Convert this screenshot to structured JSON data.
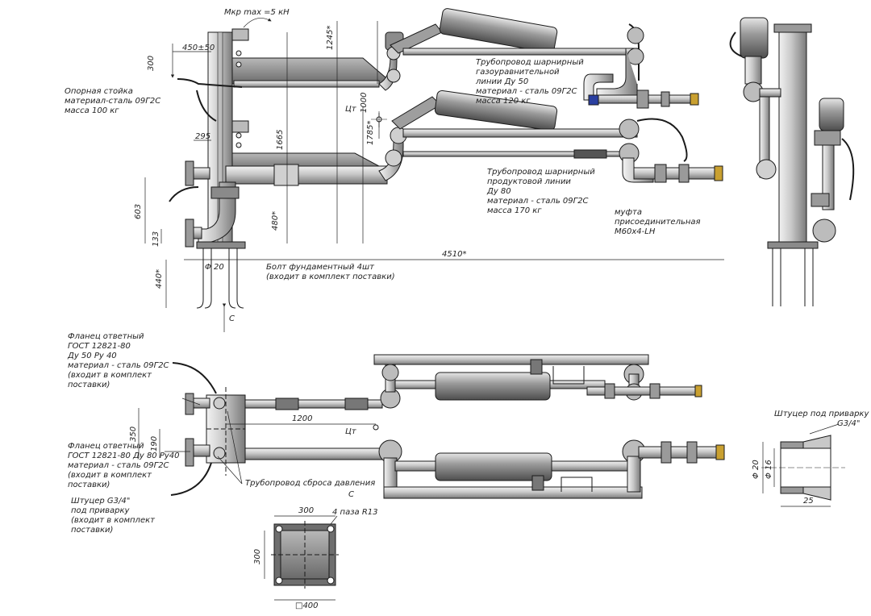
{
  "top_view": {
    "moment_label": "Мкр max =5 кН",
    "dims": {
      "d450": "450±50",
      "d300": "300",
      "d1245": "1245*",
      "d1000": "1000",
      "d1785": "1785*",
      "d1665": "1665",
      "d295": "295",
      "d603": "603",
      "d480": "480*",
      "d133": "133",
      "d4510": "4510*",
      "d440": "440*",
      "d20": "Φ 20",
      "ct": "Цт"
    },
    "notes": {
      "stand": [
        "Опорная стойка",
        "материал-сталь 09Г2С",
        "масса 100 кг"
      ],
      "gas_line": [
        "Трубопровод шарнирный",
        "газоуравнительной",
        "линии Ду 50",
        "материал - сталь 09Г2С",
        "масса 120 кг"
      ],
      "product_line": [
        "Трубопровод шарнирный",
        "продуктовой линии",
        "Ду 80",
        "материал - сталь 09Г2С",
        "масса 170 кг"
      ],
      "coupling": [
        "муфта",
        "присоединительная",
        "М60х4-LH"
      ],
      "bolt": [
        "Болт фундаментный 4шт",
        "(входит в комплект поставки)"
      ],
      "section_c": "С"
    }
  },
  "plan_view": {
    "dims": {
      "d350": "350",
      "d190": "190",
      "d1200": "1200",
      "ct": "Цт"
    },
    "notes": {
      "flange1": [
        "Фланец ответный",
        "ГОСТ 12821-80",
        "Ду 50 Ру 40",
        "материал - сталь 09Г2С",
        "(входит в комплект",
        "поставки)"
      ],
      "flange2": [
        "Фланец ответный",
        "ГОСТ 12821-80 Ду 80 Ру40",
        "материал - сталь 09Г2С",
        "(входит в комплект",
        "поставки)"
      ],
      "fitting": [
        "Штуцер G3/4\"",
        "под приварку",
        "(входит в комплект",
        "поставки)"
      ],
      "relief": "Трубопровод сброса давления",
      "section_c": "С"
    }
  },
  "base_plate": {
    "dims": {
      "d300_top": "300",
      "d300_side": "300",
      "slots": "4 паза R13",
      "d400": "□400"
    }
  },
  "weld_fitting": {
    "title": "Штуцер под приварку",
    "dims": {
      "thread": "G3/4\"",
      "d20": "Φ 20",
      "d16": "Φ 16",
      "len": "25"
    }
  },
  "colors": {
    "line": "#1a1a1a",
    "steel_light": "#d6d6d6",
    "steel_mid": "#a8a8a8",
    "steel_dark": "#6e6e6e",
    "brass": "#c9a030",
    "blue_valve": "#2a3fa0"
  }
}
